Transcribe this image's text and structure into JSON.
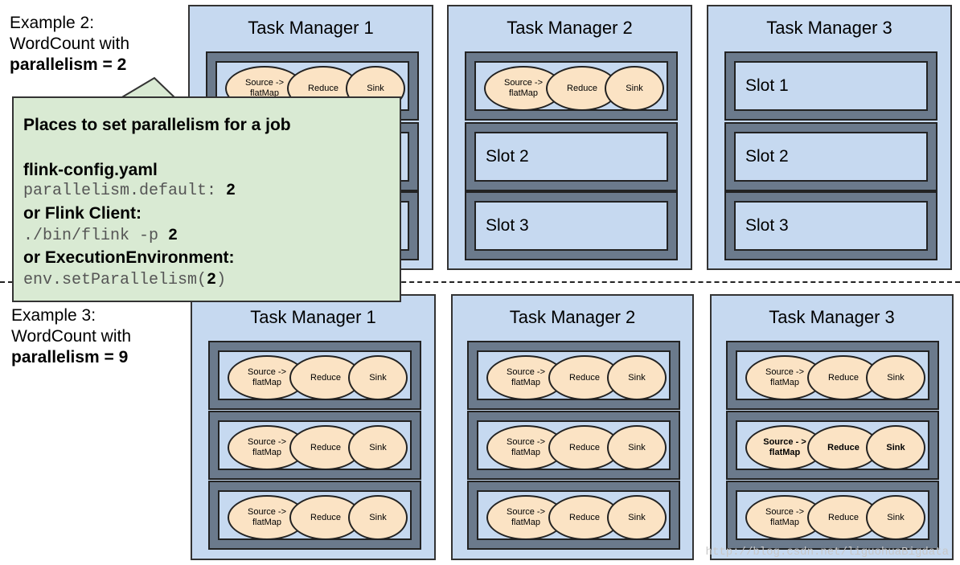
{
  "example2": {
    "line1": "Example 2:",
    "line2": "WordCount with",
    "line3": "parallelism = 2"
  },
  "example3": {
    "line1": "Example 3:",
    "line2": "WordCount with",
    "line3": "parallelism = 9"
  },
  "ops": {
    "source": "Source -> flatMap",
    "source_bold": "Source - > flatMap",
    "reduce": "Reduce",
    "sink": "Sink"
  },
  "top": {
    "tm1": {
      "title": "Task Manager 1"
    },
    "tm2": {
      "title": "Task Manager 2",
      "slot2": "Slot 2",
      "slot3": "Slot 3"
    },
    "tm3": {
      "title": "Task Manager 3",
      "slot1": "Slot 1",
      "slot2": "Slot 2",
      "slot3": "Slot 3"
    }
  },
  "bottom": {
    "tm1": {
      "title": "Task Manager 1"
    },
    "tm2": {
      "title": "Task Manager 2"
    },
    "tm3": {
      "title": "Task Manager 3"
    }
  },
  "callout": {
    "heading": "Places to set parallelism for a job",
    "config_label": "flink-config.yaml",
    "config_code": "parallelism.default: ",
    "config_value": "2",
    "client_label": "or Flink Client:",
    "client_code": "./bin/flink -p ",
    "client_value": "2",
    "env_label": "or ExecutionEnvironment:",
    "env_code_pre": "env.setParallelism(",
    "env_value": "2",
    "env_code_post": ")"
  },
  "watermark": "http://blog.csdn.net/liguohuaBigdata",
  "colors": {
    "task_manager_bg": "#c6d9f0",
    "operator_fill": "#fbe3c4",
    "callout_bg": "#d9ead3",
    "slot_frame": "#6b7a8c"
  }
}
